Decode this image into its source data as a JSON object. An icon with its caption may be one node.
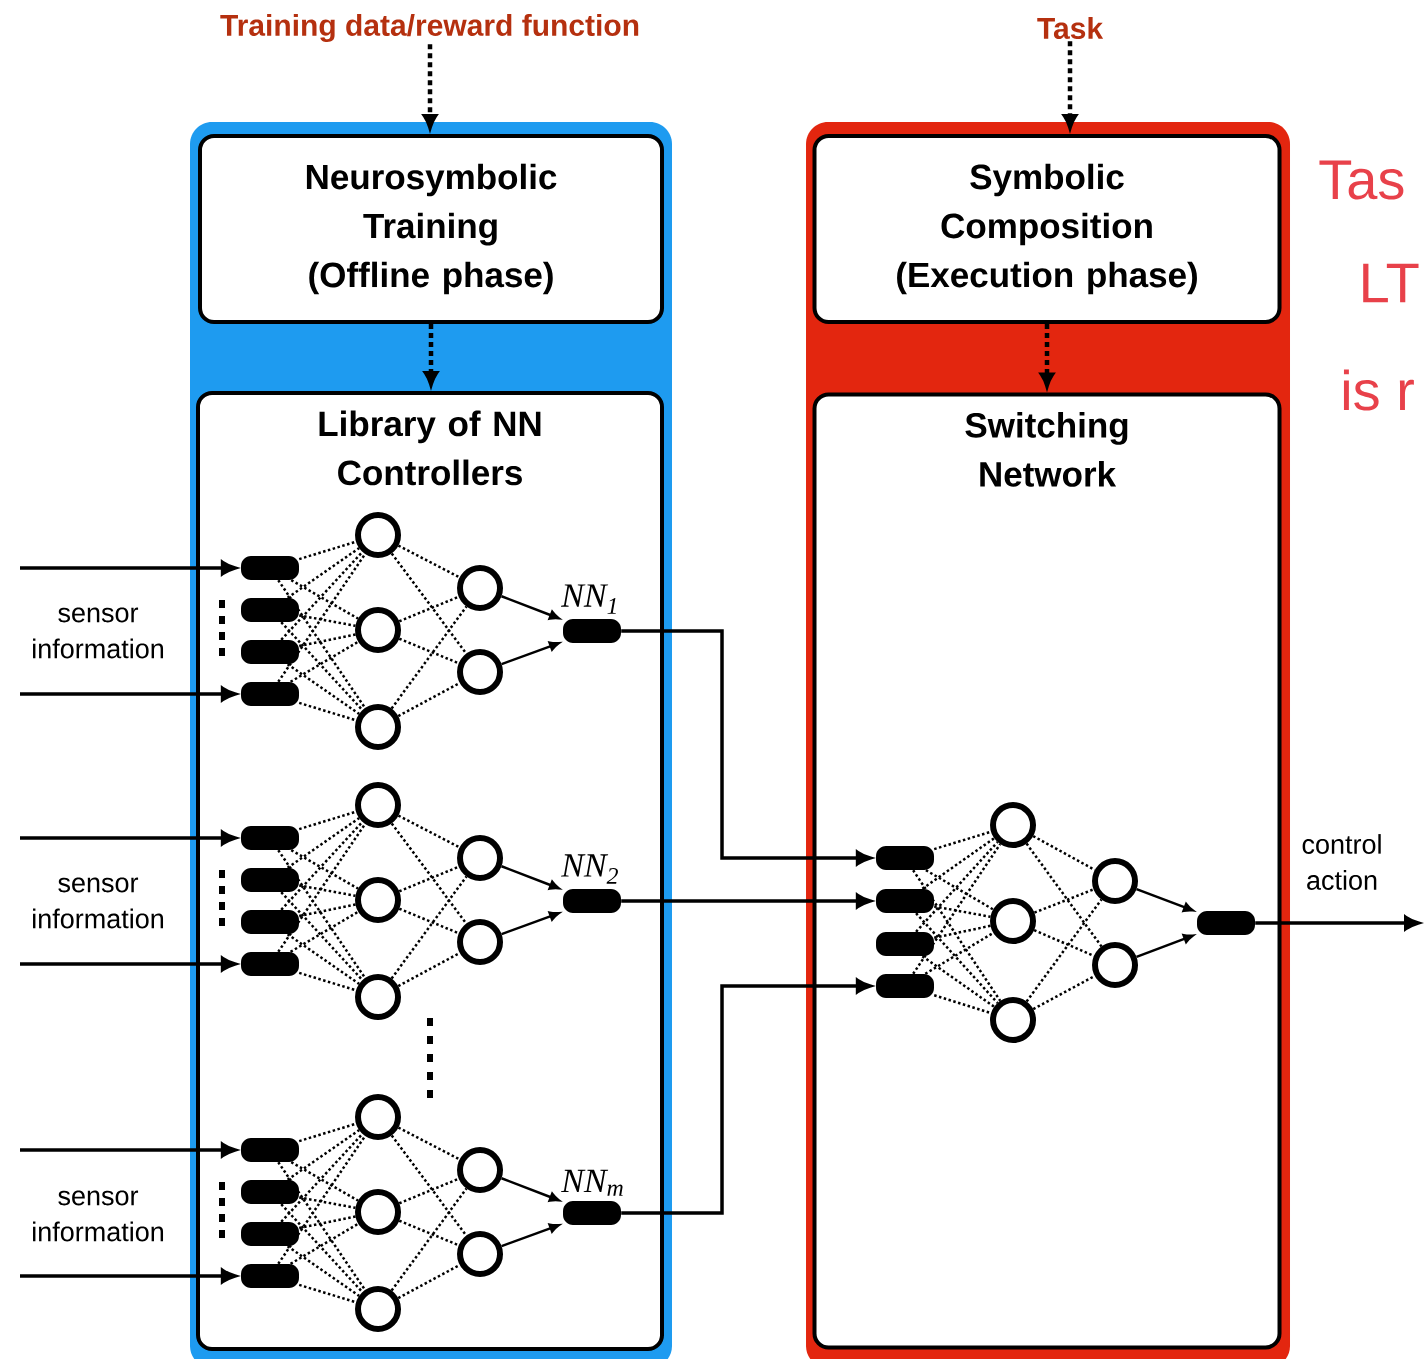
{
  "diagram": {
    "nodes": [
      {
        "text": [
          "Training data/reward function"
        ]
      },
      {
        "text": [
          "Task"
        ]
      },
      {
        "text": [],
        "shape": "box"
      },
      {
        "text": [
          "Neurosymbolic Training (Offline phase)"
        ],
        "in": 2
      },
      {
        "text": [
          "Library of NN Controllers"
        ],
        "in": 2
      },
      {
        "text": [],
        "shape": "box"
      },
      {
        "text": [
          "Symbolic Composition (Execution phase)"
        ],
        "in": 5
      },
      {
        "text": [
          "Switching Network"
        ],
        "in": 5
      },
      {
        "text": [],
        "shape": "bar",
        "in": 4
      },
      {
        "text": [],
        "shape": "bar",
        "in": 4
      },
      {
        "text": [],
        "shape": "bar",
        "in": 4
      },
      {
        "text": [],
        "shape": "bar",
        "in": 4
      },
      {
        "text": [],
        "shape": "circle",
        "in": 4
      },
      {
        "text": [],
        "shape": "circle",
        "in": 4
      },
      {
        "text": [],
        "shape": "circle",
        "in": 4
      },
      {
        "text": [],
        "shape": "circle",
        "in": 4
      },
      {
        "text": [],
        "shape": "circle",
        "in": 4
      },
      {
        "text": [],
        "shape": "bar",
        "in": 4,
        "beside": [
          "NN$_{1}$"
        ]
      },
      {
        "text": [],
        "shape": "bar",
        "in": 4
      },
      {
        "text": [],
        "shape": "bar",
        "in": 4
      },
      {
        "text": [],
        "shape": "bar",
        "in": 4
      },
      {
        "text": [],
        "shape": "bar",
        "in": 4
      },
      {
        "text": [],
        "shape": "circle",
        "in": 4
      },
      {
        "text": [],
        "shape": "circle",
        "in": 4
      },
      {
        "text": [],
        "shape": "circle",
        "in": 4
      },
      {
        "text": [],
        "shape": "circle",
        "in": 4
      },
      {
        "text": [],
        "shape": "circle",
        "in": 4
      },
      {
        "text": [],
        "shape": "bar",
        "in": 4,
        "beside": [
          "NN$_{2}$"
        ]
      },
      {
        "text": [],
        "shape": "bar",
        "in": 4
      },
      {
        "text": [],
        "shape": "bar",
        "in": 4
      },
      {
        "text": [],
        "shape": "bar",
        "in": 4
      },
      {
        "text": [],
        "shape": "bar",
        "in": 4
      },
      {
        "text": [],
        "shape": "circle",
        "in": 4
      },
      {
        "text": [],
        "shape": "circle",
        "in": 4
      },
      {
        "text": [],
        "shape": "circle",
        "in": 4
      },
      {
        "text": [],
        "shape": "circle",
        "in": 4
      },
      {
        "text": [],
        "shape": "circle",
        "in": 4
      },
      {
        "text": [],
        "shape": "bar",
        "in": 4,
        "beside": [
          "NN$_{m}$"
        ]
      },
      {
        "text": [],
        "shape": "bar",
        "in": 7
      },
      {
        "text": [],
        "shape": "bar",
        "in": 7
      },
      {
        "text": [],
        "shape": "bar",
        "in": 7
      },
      {
        "text": [],
        "shape": "bar",
        "in": 7
      },
      {
        "text": [],
        "shape": "circle",
        "in": 7
      },
      {
        "text": [],
        "shape": "circle",
        "in": 7
      },
      {
        "text": [],
        "shape": "circle",
        "in": 7
      },
      {
        "text": [],
        "shape": "circle",
        "in": 7
      },
      {
        "text": [],
        "shape": "circle",
        "in": 7
      },
      {
        "text": [],
        "shape": "bar",
        "in": 7
      }
    ],
    "edges": [
      {
        "from": 0,
        "to": 3,
        "arrow": "to",
        "style": "dashed"
      },
      {
        "from": 3,
        "to": 4,
        "arrow": "to",
        "style": "dashed"
      },
      {
        "from": 1,
        "to": 6,
        "arrow": "to",
        "style": "dashed"
      },
      {
        "from": 6,
        "to": 7,
        "arrow": "to",
        "style": "dashed"
      },
      {
        "from": null,
        "to": 8,
        "arrow": "to"
      },
      {
        "from": null,
        "to": 11,
        "arrow": "to"
      },
      {
        "from": 8,
        "to": 12,
        "arrow": "none",
        "style": "dashed"
      },
      {
        "from": 8,
        "to": 13,
        "arrow": "none",
        "style": "dashed"
      },
      {
        "from": 8,
        "to": 14,
        "arrow": "none",
        "style": "dashed"
      },
      {
        "from": 9,
        "to": 12,
        "arrow": "none",
        "style": "dashed"
      },
      {
        "from": 9,
        "to": 13,
        "arrow": "none",
        "style": "dashed"
      },
      {
        "from": 9,
        "to": 14,
        "arrow": "none",
        "style": "dashed"
      },
      {
        "from": 10,
        "to": 12,
        "arrow": "none",
        "style": "dashed"
      },
      {
        "from": 10,
        "to": 13,
        "arrow": "none",
        "style": "dashed"
      },
      {
        "from": 10,
        "to": 14,
        "arrow": "none",
        "style": "dashed"
      },
      {
        "from": 11,
        "to": 12,
        "arrow": "none",
        "style": "dashed"
      },
      {
        "from": 11,
        "to": 13,
        "arrow": "none",
        "style": "dashed"
      },
      {
        "from": 11,
        "to": 14,
        "arrow": "none",
        "style": "dashed"
      },
      {
        "from": 12,
        "to": 15,
        "arrow": "none",
        "style": "dashed"
      },
      {
        "from": 12,
        "to": 16,
        "arrow": "none",
        "style": "dashed"
      },
      {
        "from": 13,
        "to": 15,
        "arrow": "none",
        "style": "dashed"
      },
      {
        "from": 13,
        "to": 16,
        "arrow": "none",
        "style": "dashed"
      },
      {
        "from": 14,
        "to": 15,
        "arrow": "none",
        "style": "dashed"
      },
      {
        "from": 14,
        "to": 16,
        "arrow": "none",
        "style": "dashed"
      },
      {
        "from": 15,
        "to": 17,
        "arrow": "to"
      },
      {
        "from": 16,
        "to": 17,
        "arrow": "to"
      },
      {
        "from": null,
        "to": 18,
        "arrow": "to"
      },
      {
        "from": null,
        "to": 21,
        "arrow": "to"
      },
      {
        "from": 18,
        "to": 22,
        "arrow": "none",
        "style": "dashed"
      },
      {
        "from": 18,
        "to": 23,
        "arrow": "none",
        "style": "dashed"
      },
      {
        "from": 18,
        "to": 24,
        "arrow": "none",
        "style": "dashed"
      },
      {
        "from": 19,
        "to": 22,
        "arrow": "none",
        "style": "dashed"
      },
      {
        "from": 19,
        "to": 23,
        "arrow": "none",
        "style": "dashed"
      },
      {
        "from": 19,
        "to": 24,
        "arrow": "none",
        "style": "dashed"
      },
      {
        "from": 20,
        "to": 22,
        "arrow": "none",
        "style": "dashed"
      },
      {
        "from": 20,
        "to": 23,
        "arrow": "none",
        "style": "dashed"
      },
      {
        "from": 20,
        "to": 24,
        "arrow": "none",
        "style": "dashed"
      },
      {
        "from": 21,
        "to": 22,
        "arrow": "none",
        "style": "dashed"
      },
      {
        "from": 21,
        "to": 23,
        "arrow": "none",
        "style": "dashed"
      },
      {
        "from": 21,
        "to": 24,
        "arrow": "none",
        "style": "dashed"
      },
      {
        "from": 22,
        "to": 25,
        "arrow": "none",
        "style": "dashed"
      },
      {
        "from": 22,
        "to": 26,
        "arrow": "none",
        "style": "dashed"
      },
      {
        "from": 23,
        "to": 25,
        "arrow": "none",
        "style": "dashed"
      },
      {
        "from": 23,
        "to": 26,
        "arrow": "none",
        "style": "dashed"
      },
      {
        "from": 24,
        "to": 25,
        "arrow": "none",
        "style": "dashed"
      },
      {
        "from": 24,
        "to": 26,
        "arrow": "none",
        "style": "dashed"
      },
      {
        "from": 25,
        "to": 27,
        "arrow": "to"
      },
      {
        "from": 26,
        "to": 27,
        "arrow": "to"
      },
      {
        "from": null,
        "to": 28,
        "arrow": "to"
      },
      {
        "from": null,
        "to": 31,
        "arrow": "to"
      },
      {
        "from": 28,
        "to": 32,
        "arrow": "none",
        "style": "dashed"
      },
      {
        "from": 28,
        "to": 33,
        "arrow": "none",
        "style": "dashed"
      },
      {
        "from": 28,
        "to": 34,
        "arrow": "none",
        "style": "dashed"
      },
      {
        "from": 29,
        "to": 32,
        "arrow": "none",
        "style": "dashed"
      },
      {
        "from": 29,
        "to": 33,
        "arrow": "none",
        "style": "dashed"
      },
      {
        "from": 29,
        "to": 34,
        "arrow": "none",
        "style": "dashed"
      },
      {
        "from": 30,
        "to": 32,
        "arrow": "none",
        "style": "dashed"
      },
      {
        "from": 30,
        "to": 33,
        "arrow": "none",
        "style": "dashed"
      },
      {
        "from": 30,
        "to": 34,
        "arrow": "none",
        "style": "dashed"
      },
      {
        "from": 31,
        "to": 32,
        "arrow": "none",
        "style": "dashed"
      },
      {
        "from": 31,
        "to": 33,
        "arrow": "none",
        "style": "dashed"
      },
      {
        "from": 31,
        "to": 34,
        "arrow": "none",
        "style": "dashed"
      },
      {
        "from": 32,
        "to": 35,
        "arrow": "none",
        "style": "dashed"
      },
      {
        "from": 32,
        "to": 36,
        "arrow": "none",
        "style": "dashed"
      },
      {
        "from": 33,
        "to": 35,
        "arrow": "none",
        "style": "dashed"
      },
      {
        "from": 33,
        "to": 36,
        "arrow": "none",
        "style": "dashed"
      },
      {
        "from": 34,
        "to": 35,
        "arrow": "none",
        "style": "dashed"
      },
      {
        "from": 34,
        "to": 36,
        "arrow": "none",
        "style": "dashed"
      },
      {
        "from": 35,
        "to": 37,
        "arrow": "to"
      },
      {
        "from": 36,
        "to": 37,
        "arrow": "to"
      },
      {
        "from": 17,
        "to": 38,
        "arrow": "to"
      },
      {
        "from": 27,
        "to": 39,
        "arrow": "to"
      },
      {
        "from": 37,
        "to": 41,
        "arrow": "to"
      },
      {
        "from": 38,
        "to": 42,
        "arrow": "none",
        "style": "dashed"
      },
      {
        "from": 38,
        "to": 43,
        "arrow": "none",
        "style": "dashed"
      },
      {
        "from": 38,
        "to": 44,
        "arrow": "none",
        "style": "dashed"
      },
      {
        "from": 39,
        "to": 42,
        "arrow": "none",
        "style": "dashed"
      },
      {
        "from": 39,
        "to": 43,
        "arrow": "none",
        "style": "dashed"
      },
      {
        "from": 39,
        "to": 44,
        "arrow": "none",
        "style": "dashed"
      },
      {
        "from": 40,
        "to": 42,
        "arrow": "none",
        "style": "dashed"
      },
      {
        "from": 40,
        "to": 43,
        "arrow": "none",
        "style": "dashed"
      },
      {
        "from": 40,
        "to": 44,
        "arrow": "none",
        "style": "dashed"
      },
      {
        "from": 41,
        "to": 42,
        "arrow": "none",
        "style": "dashed"
      },
      {
        "from": 41,
        "to": 43,
        "arrow": "none",
        "style": "dashed"
      },
      {
        "from": 41,
        "to": 44,
        "arrow": "none",
        "style": "dashed"
      },
      {
        "from": 42,
        "to": 45,
        "arrow": "none",
        "style": "dashed"
      },
      {
        "from": 42,
        "to": 46,
        "arrow": "none",
        "style": "dashed"
      },
      {
        "from": 43,
        "to": 45,
        "arrow": "none",
        "style": "dashed"
      },
      {
        "from": 43,
        "to": 46,
        "arrow": "none",
        "style": "dashed"
      },
      {
        "from": 44,
        "to": 45,
        "arrow": "none",
        "style": "dashed"
      },
      {
        "from": 44,
        "to": 46,
        "arrow": "none",
        "style": "dashed"
      },
      {
        "from": 45,
        "to": 47,
        "arrow": "to"
      },
      {
        "from": 46,
        "to": 47,
        "arrow": "to"
      },
      {
        "from": 47,
        "to": null,
        "arrow": "to"
      }
    ],
    "labels": [
      "sensor information",
      "sensor information",
      "sensor information",
      "control action",
      "Tas",
      "LT",
      "is r"
    ]
  }
}
